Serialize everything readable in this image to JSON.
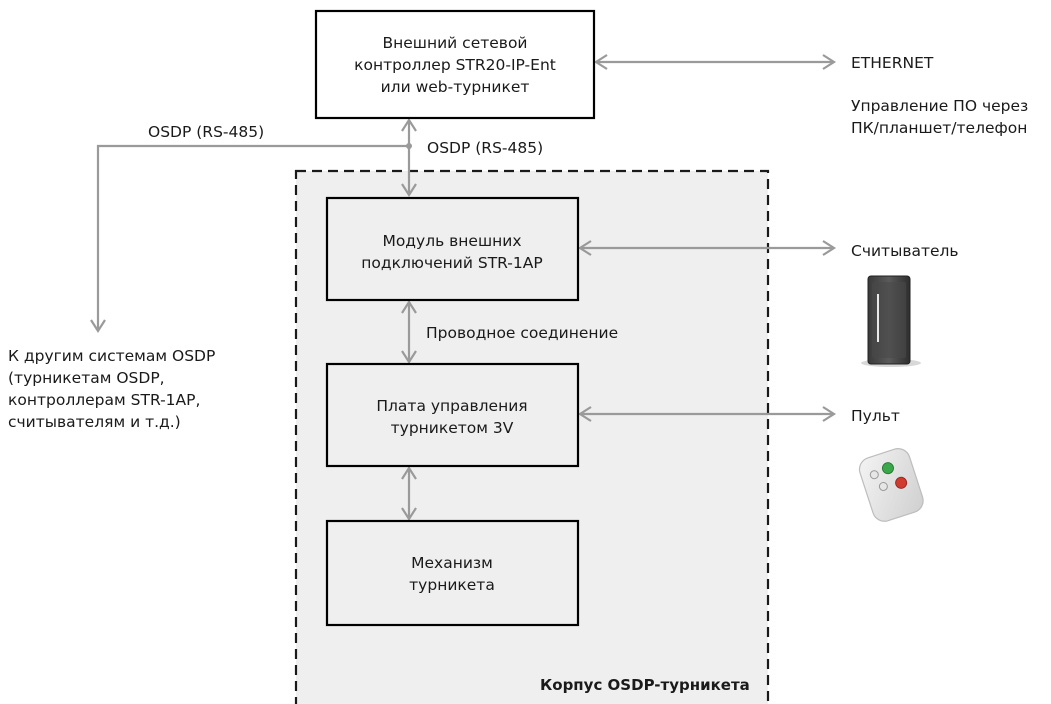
{
  "housing": {
    "label": "Корпус OSDP-турникета",
    "fill": "#efefef"
  },
  "blocks": {
    "controller": [
      "Внешний сетевой",
      "контроллер STR20-IP-Ent",
      "или web-турникет"
    ],
    "module": [
      "Модуль внешних",
      "подключений STR-1AP"
    ],
    "board": [
      "Плата управления",
      "турникетом 3V"
    ],
    "mechanism": [
      "Механизм",
      "турникета"
    ]
  },
  "labels": {
    "osdp_left": "OSDP (RS-485)",
    "osdp_right": "OSDP (RS-485)",
    "ethernet": "ETHERNET",
    "software_control": [
      "Управление ПО через",
      "ПК/планшет/телефон"
    ],
    "wired_connection": "Проводное соединение",
    "reader": "Считыватель",
    "remote": "Пульт",
    "other_systems": [
      "К другим системам OSDP",
      "(турникетам OSDP,",
      "контроллерам STR-1AP,",
      "считывателям и т.д.)"
    ]
  },
  "device_images": {
    "reader": "card-reader-device",
    "remote": "remote-control-device"
  },
  "colors": {
    "connector": "#9a9a9a",
    "box_border": "#000000",
    "remote_green": "#3aa84a",
    "remote_red": "#d13a2f"
  }
}
